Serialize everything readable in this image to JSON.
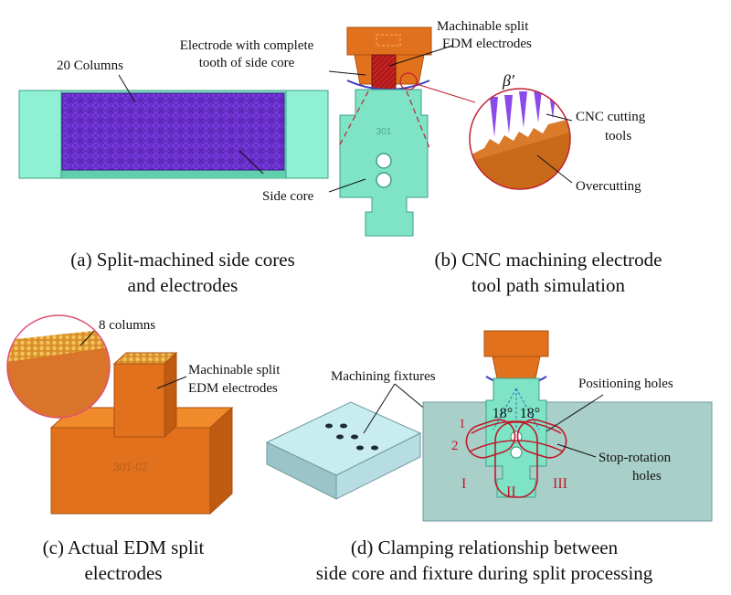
{
  "panel_a": {
    "label_columns": "20 Columns",
    "label_side_core": "Side core",
    "caption_line1": "(a) Split-machined side cores",
    "caption_line2": "and electrodes"
  },
  "panel_b": {
    "label_electrode_complete_1": "Electrode with complete",
    "label_electrode_complete_2": "tooth of side core",
    "label_split_electrodes_1": "Machinable split",
    "label_split_electrodes_2": "EDM electrodes",
    "label_core_mark": "301",
    "label_beta": "β′",
    "label_cnc_tools_1": "CNC cutting",
    "label_cnc_tools_2": "tools",
    "label_overcutting": "Overcutting",
    "caption_line1": "(b) CNC machining electrode",
    "caption_line2": "tool path simulation"
  },
  "panel_c": {
    "label_8_columns": "8 columns",
    "label_split_electrodes_1": "Machinable split",
    "label_split_electrodes_2": "EDM electrodes",
    "label_block_mark": "301-02",
    "caption_line1": "(c) Actual EDM split",
    "caption_line2": "electrodes"
  },
  "panel_d": {
    "label_machining_fixtures": "Machining fixtures",
    "label_positioning_holes": "Positioning holes",
    "label_stop_rotation_1": "Stop-rotation",
    "label_stop_rotation_2": "holes",
    "label_angle_left": "18°",
    "label_angle_right": "18°",
    "label_num_1": "1",
    "label_num_2": "2",
    "label_roman_1": "I",
    "label_roman_2": "II",
    "label_roman_3": "III",
    "caption_line1": "(d) Clamping relationship between",
    "caption_line2": "side core and fixture during split processing"
  },
  "colors": {
    "teal": "#7fe3c6",
    "teal_dark": "#4fbf9f",
    "purple": "#7b3fe4",
    "orange": "#e2711d",
    "orange_dark": "#b85410",
    "red_mark": "#c0192a",
    "fixture_bg": "#a9cfc9",
    "blue_arc": "#3b3bc0"
  }
}
